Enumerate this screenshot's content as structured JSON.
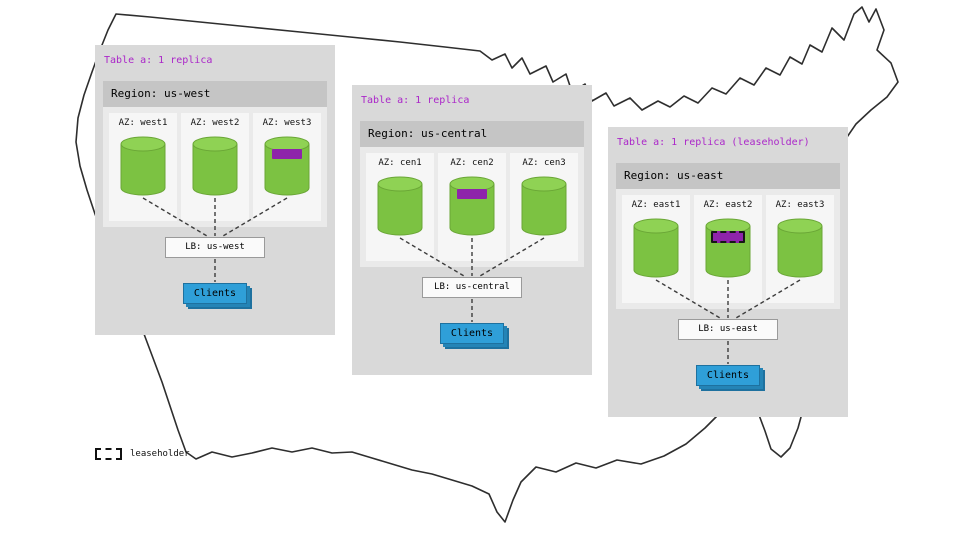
{
  "legend": {
    "label": "leaseholder"
  },
  "regions": [
    {
      "title": "Table a: 1 replica",
      "region_label": "Region: us-west",
      "azs": [
        "AZ: west1",
        "AZ: west2",
        "AZ: west3"
      ],
      "lb_label": "LB: us-west",
      "clients_label": "Clients"
    },
    {
      "title": "Table a: 1 replica",
      "region_label": "Region: us-central",
      "azs": [
        "AZ: cen1",
        "AZ: cen2",
        "AZ: cen3"
      ],
      "lb_label": "LB: us-central",
      "clients_label": "Clients"
    },
    {
      "title": "Table a: 1 replica (leaseholder)",
      "region_label": "Region: us-east",
      "azs": [
        "AZ: east1",
        "AZ: east2",
        "AZ: east3"
      ],
      "lb_label": "LB: us-east",
      "clients_label": "Clients"
    }
  ],
  "colors": {
    "title": "#ab27c9",
    "replica": "#8e24aa",
    "cylinder": "#7cc242",
    "clients": "#2f9fd8"
  }
}
